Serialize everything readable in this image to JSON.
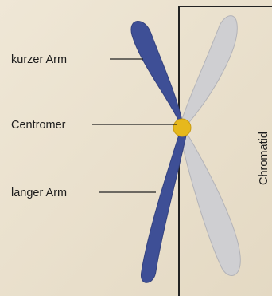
{
  "labels": {
    "short_arm": "kurzer Arm",
    "centromere": "Centromer",
    "long_arm": "langer Arm",
    "chromatid": "Chromatid"
  },
  "colors": {
    "background": "#ece3d0",
    "dark_chromatid": "#3e4f96",
    "light_chromatid": "#cfcfd2",
    "centromere": "#e6b81c",
    "lines": "#222222"
  }
}
